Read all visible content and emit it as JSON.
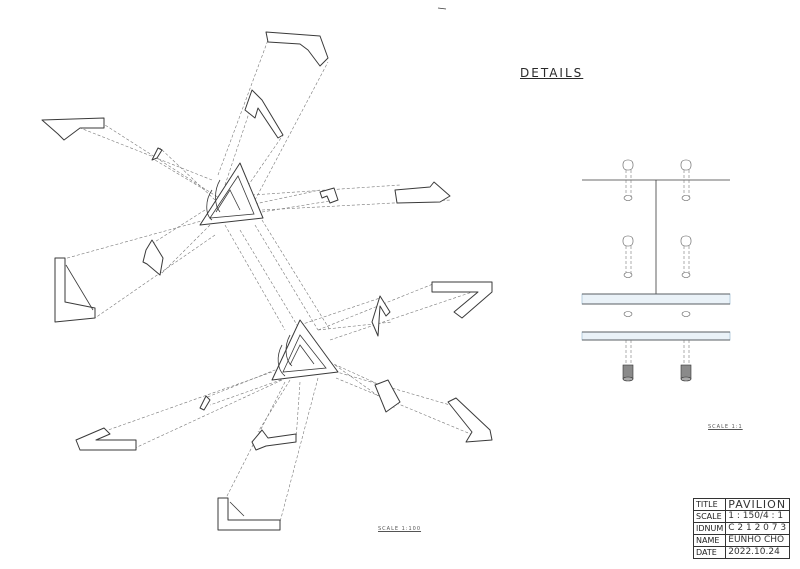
{
  "drawing": {
    "details_label": "DETAILS",
    "scale_main": "SCALE 1:100",
    "scale_detail": "SCALE 1:1"
  },
  "title_block": {
    "rows": [
      {
        "key": "TITLE",
        "value": "PAVILION"
      },
      {
        "key": "SCALE",
        "value": "1 : 150/4 : 1"
      },
      {
        "key": "IDNUM",
        "value": "C 2 1 2 0 7 3"
      },
      {
        "key": "NAME",
        "value": "EUNHO CHO"
      },
      {
        "key": "DATE",
        "value": "2022.10.24"
      }
    ]
  },
  "colors": {
    "line": "#3a3a3a",
    "dashed": "#666666",
    "accent_blue": "#a9c4d8"
  }
}
